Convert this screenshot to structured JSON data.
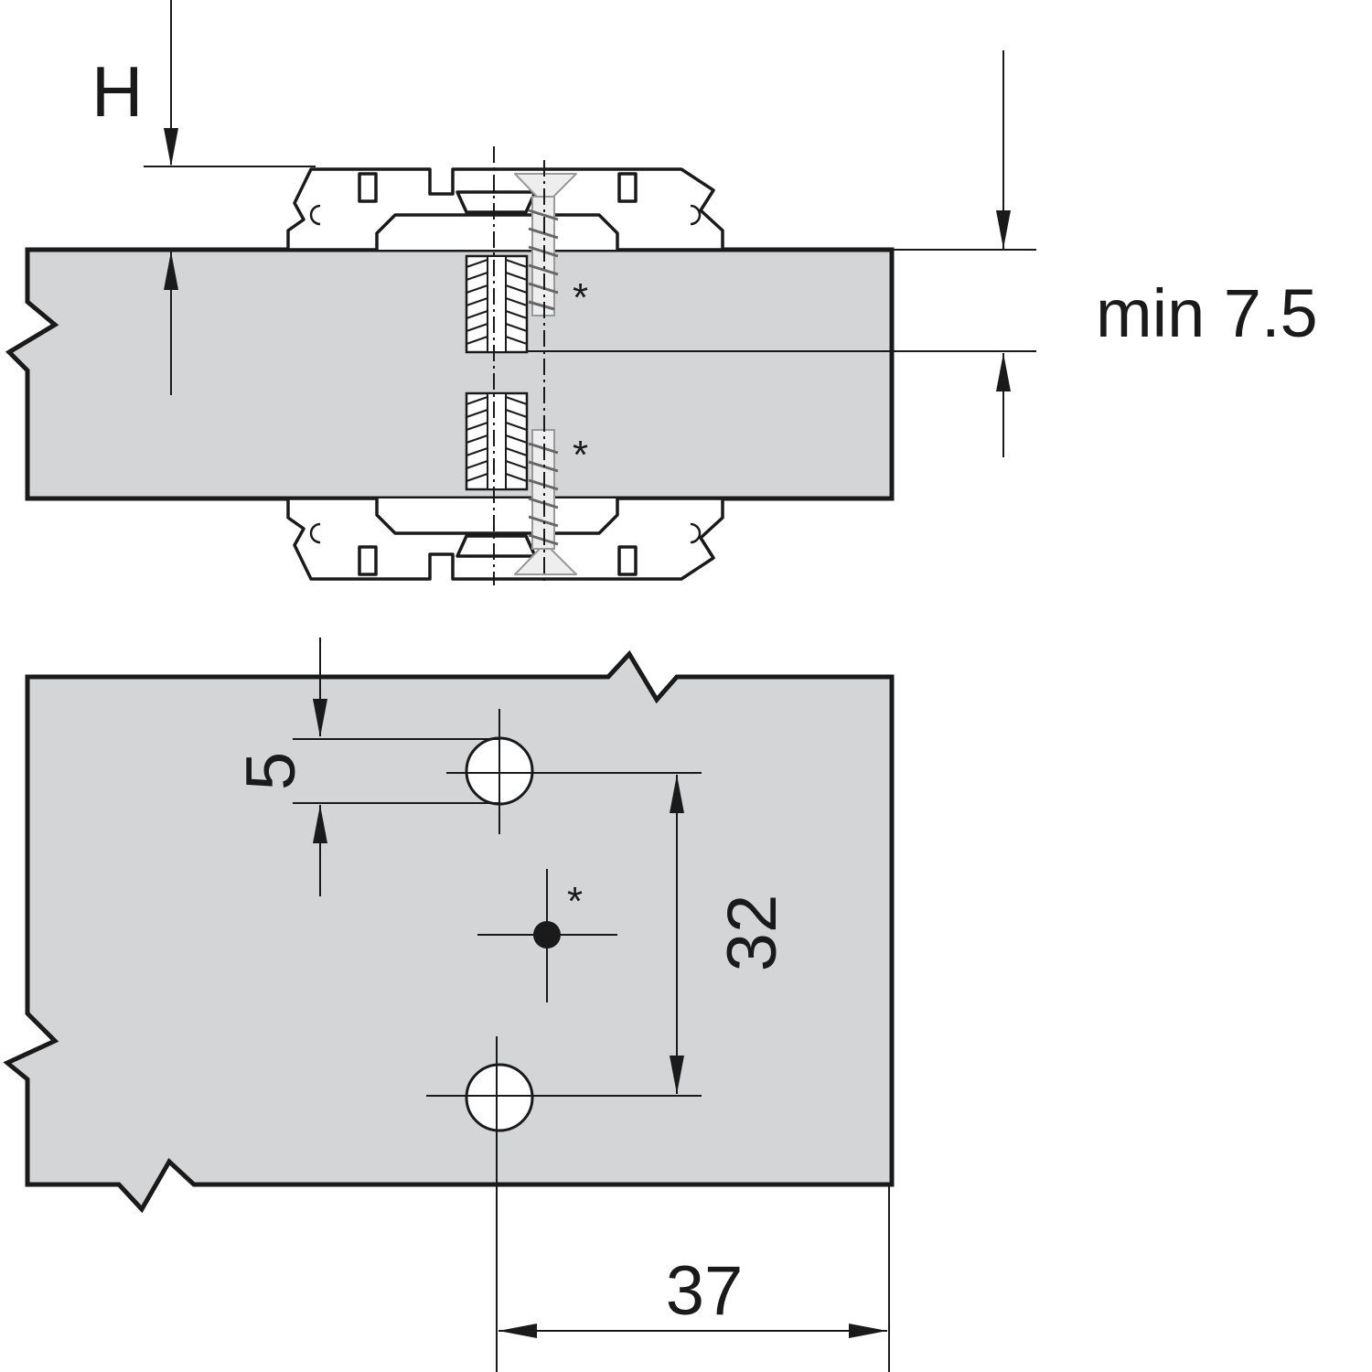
{
  "labels": {
    "height_dim": "H",
    "min_thickness": "min 7.5",
    "asterisk": "*",
    "hole_offset": "5",
    "hole_spacing": "32",
    "edge_distance": "37"
  },
  "colors": {
    "panel": "#d4d5d7",
    "line": "#1a1a1a",
    "plate": "#ffffff"
  }
}
